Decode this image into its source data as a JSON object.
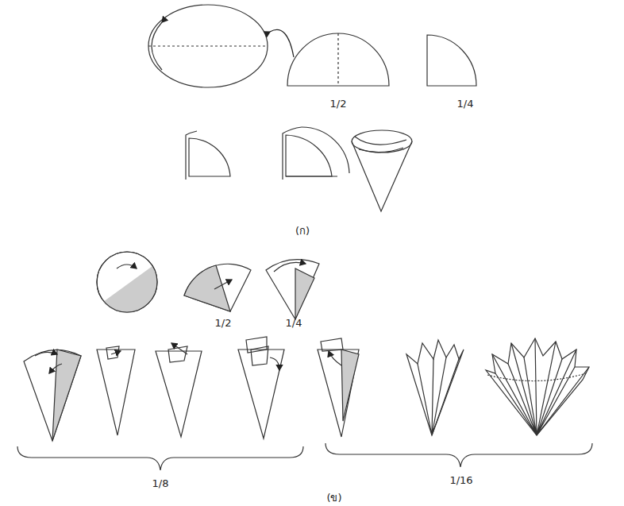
{
  "diagram": {
    "labels": [
      "1/2",
      "1/4",
      "(ก)",
      "1/2",
      "1/4",
      "1/8",
      "1/16",
      "(ข)"
    ]
  }
}
